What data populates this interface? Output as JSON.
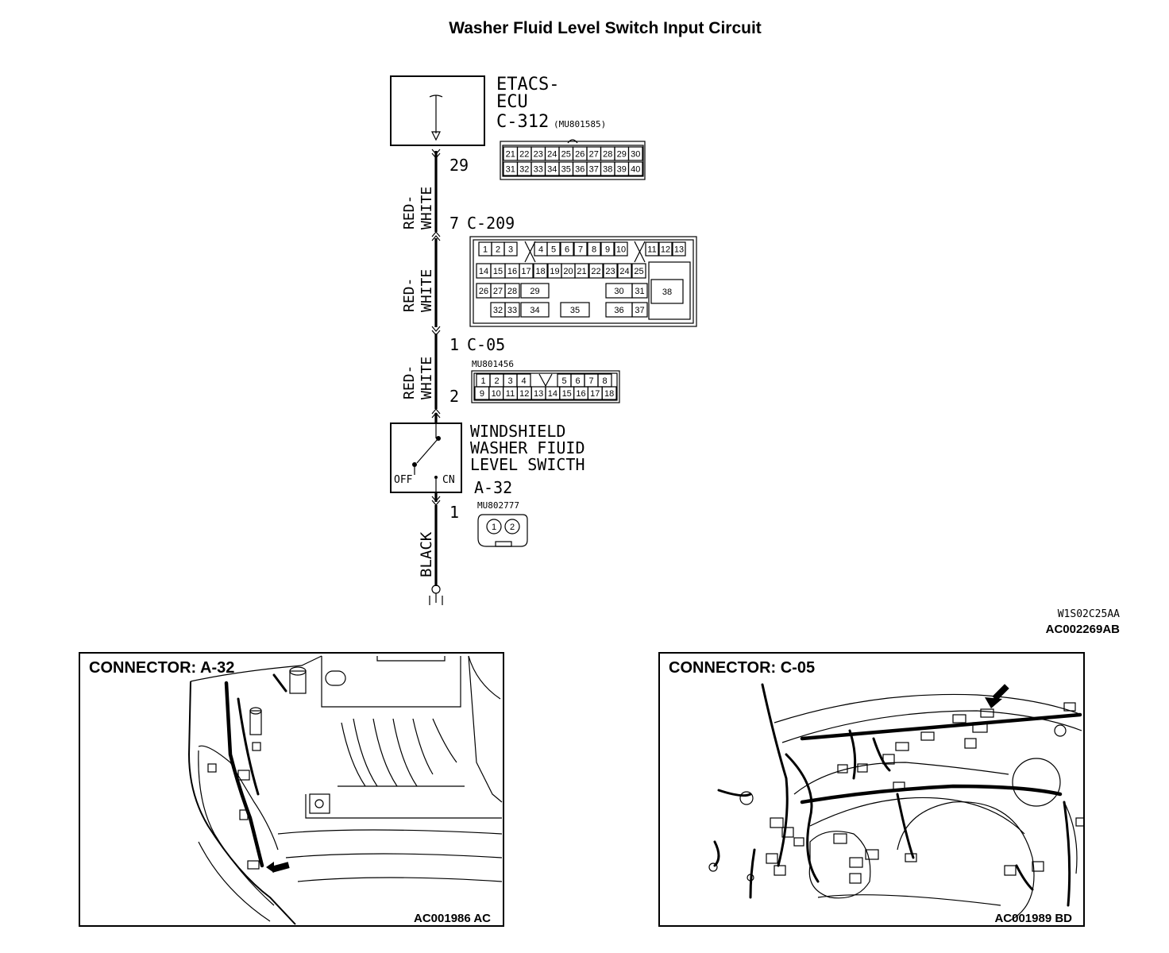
{
  "title": "Washer Fluid Level Switch Input Circuit",
  "ecu": {
    "line1": "ETACS-",
    "line2": "ECU",
    "connector": "C-312",
    "part_no": "(MU801585)",
    "pin": "29",
    "pins_row1": [
      "21",
      "22",
      "23",
      "24",
      "25",
      "26",
      "27",
      "28",
      "29",
      "30"
    ],
    "pins_row2": [
      "31",
      "32",
      "33",
      "34",
      "35",
      "36",
      "37",
      "38",
      "39",
      "40"
    ]
  },
  "wires": [
    {
      "color": "RED-",
      "color2": "WHITE"
    },
    {
      "color": "RED-",
      "color2": "WHITE"
    },
    {
      "color": "RED-",
      "color2": "WHITE"
    },
    {
      "color": "BLACK"
    }
  ],
  "c209": {
    "pin": "7",
    "connector": "C-209",
    "row1": [
      "1",
      "2",
      "3",
      "4",
      "5",
      "6",
      "7",
      "8",
      "9",
      "10",
      "11",
      "12",
      "13"
    ],
    "row2": [
      "14",
      "15",
      "16",
      "17",
      "18",
      "19",
      "20",
      "21",
      "22",
      "23",
      "24",
      "25"
    ],
    "row3": [
      "26",
      "27",
      "28",
      "29",
      "30",
      "31",
      "38"
    ],
    "row4": [
      "32",
      "33",
      "34",
      "35",
      "36",
      "37"
    ]
  },
  "c05": {
    "pin_top": "1",
    "connector": "C-05",
    "part_no": "MU801456",
    "pin_bottom": "2",
    "row1": [
      "1",
      "2",
      "3",
      "4",
      "5",
      "6",
      "7",
      "8"
    ],
    "row2": [
      "9",
      "10",
      "11",
      "12",
      "13",
      "14",
      "15",
      "16",
      "17",
      "18"
    ]
  },
  "switch": {
    "line1": "WINDSHIELD",
    "line2": "WASHER FIUID",
    "line3": "LEVEL SWICTH",
    "off": "OFF",
    "on": "CN",
    "connector": "A-32",
    "part_no": "MU802777",
    "pin": "1",
    "pins": [
      "1",
      "2"
    ]
  },
  "ref_codes": {
    "code1": "W1S02C25AA",
    "code2": "AC002269AB"
  },
  "panels": [
    {
      "title": "CONNECTOR: A-32",
      "code": "AC001986 AC"
    },
    {
      "title": "CONNECTOR: C-05",
      "code": "AC001989 BD"
    }
  ]
}
